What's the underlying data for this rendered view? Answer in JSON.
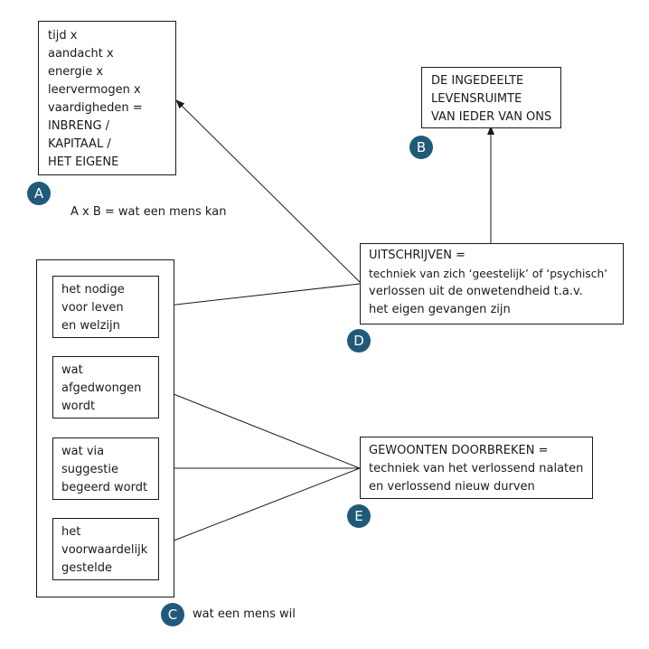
{
  "box_a": {
    "lines": [
      "tijd x",
      "aandacht x",
      "energie x",
      "leervermogen x",
      "vaardigheden =",
      "INBRENG /",
      "KAPITAAL /",
      "HET EIGENE"
    ]
  },
  "badge_a": "A",
  "formula": "A x B = wat een mens kan",
  "box_b": {
    "lines": [
      "DE INGEDEELTE",
      "LEVENSRUIMTE",
      "VAN IEDER VAN ONS"
    ]
  },
  "badge_b": "B",
  "box_d": {
    "lines": [
      "UITSCHRIJVEN =",
      "techniek van zich ‘geestelijk’ of ‘psychisch’",
      "verlossen uit de onwetendheid t.a.v.",
      "het eigen gevangen zijn"
    ]
  },
  "badge_d": "D",
  "box_e": {
    "lines": [
      "GEWOONTEN DOORBREKEN =",
      "techniek van het verlossend nalaten",
      "en verlossend nieuw durven"
    ]
  },
  "badge_e": "E",
  "group_c": {
    "items": [
      {
        "lines": [
          "het nodige",
          "voor leven",
          "en welzijn"
        ]
      },
      {
        "lines": [
          "wat",
          "afgedwongen",
          "wordt"
        ]
      },
      {
        "lines": [
          "wat via",
          "suggestie",
          "begeerd wordt"
        ]
      },
      {
        "lines": [
          "het",
          "voorwaardelijk",
          "gestelde"
        ]
      }
    ]
  },
  "badge_c": "C",
  "c_label": "wat een mens wil",
  "colors": {
    "badge": "#1f5a7a",
    "line": "#1a1a1a"
  }
}
